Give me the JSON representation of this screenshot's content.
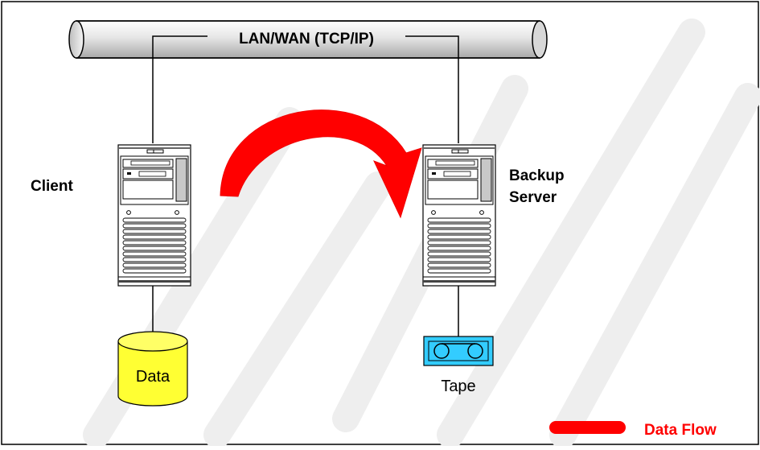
{
  "network": {
    "label": "LAN/WAN (TCP/IP)"
  },
  "client": {
    "label": "Client"
  },
  "server": {
    "line1": "Backup",
    "line2": "Server"
  },
  "storage": {
    "data_label": "Data",
    "tape_label": "Tape"
  },
  "legend": {
    "label": "Data Flow"
  },
  "colors": {
    "flow": "#ff0000",
    "data_cylinder": "#ffff33",
    "tape": "#33ccff",
    "watermark": "#eeeeee",
    "outline": "#000000"
  }
}
